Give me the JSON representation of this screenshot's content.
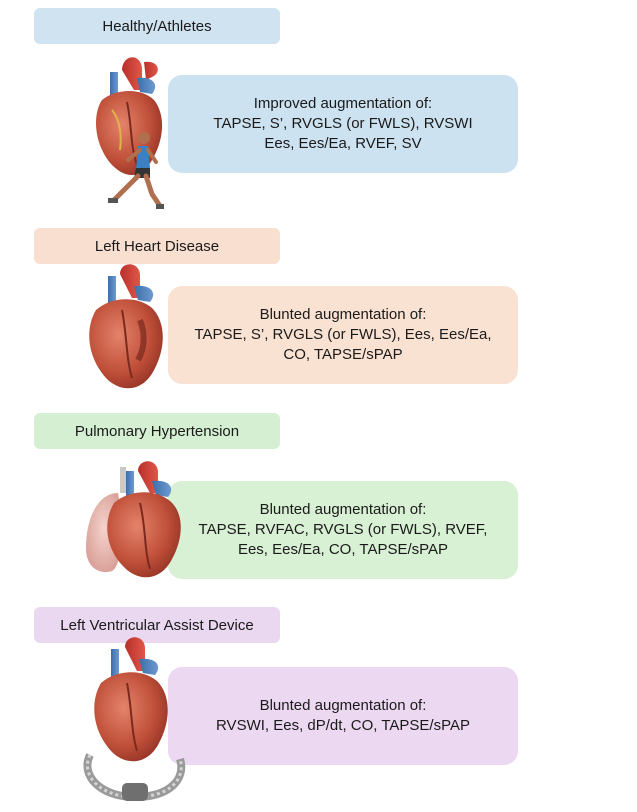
{
  "panels": [
    {
      "label": "Healthy/Athletes",
      "header_color": "#cfe3f1",
      "box_color": "#cde2f1",
      "lines": [
        "Improved augmentation of:",
        "TAPSE, S’, RVGLS (or FWLS), RVSWI",
        "Ees, Ees/Ea, RVEF, SV"
      ],
      "icons": [
        "heart-icon",
        "runner-icon"
      ]
    },
    {
      "label": "Left Heart Disease",
      "header_color": "#f8dfcf",
      "box_color": "#f9e2d2",
      "lines": [
        "Blunted augmentation of:",
        "TAPSE, S’, RVGLS (or FWLS), Ees, Ees/Ea,",
        "CO, TAPSE/sPAP"
      ],
      "icons": [
        "heart-icon"
      ]
    },
    {
      "label": "Pulmonary Hypertension",
      "header_color": "#d5efd2",
      "box_color": "#d8f0d4",
      "lines": [
        "Blunted augmentation of:",
        "TAPSE, RVFAC, RVGLS (or FWLS), RVEF,",
        "Ees, Ees/Ea, CO, TAPSE/sPAP"
      ],
      "icons": [
        "lung-icon",
        "heart-icon"
      ]
    },
    {
      "label": "Left Ventricular Assist Device",
      "header_color": "#ead7f0",
      "box_color": "#ecd8f1",
      "lines": [
        "Blunted augmentation of:",
        "RVSWI, Ees, dP/dt, CO, TAPSE/sPAP"
      ],
      "icons": [
        "heart-icon",
        "lvad-device-icon"
      ]
    }
  ]
}
